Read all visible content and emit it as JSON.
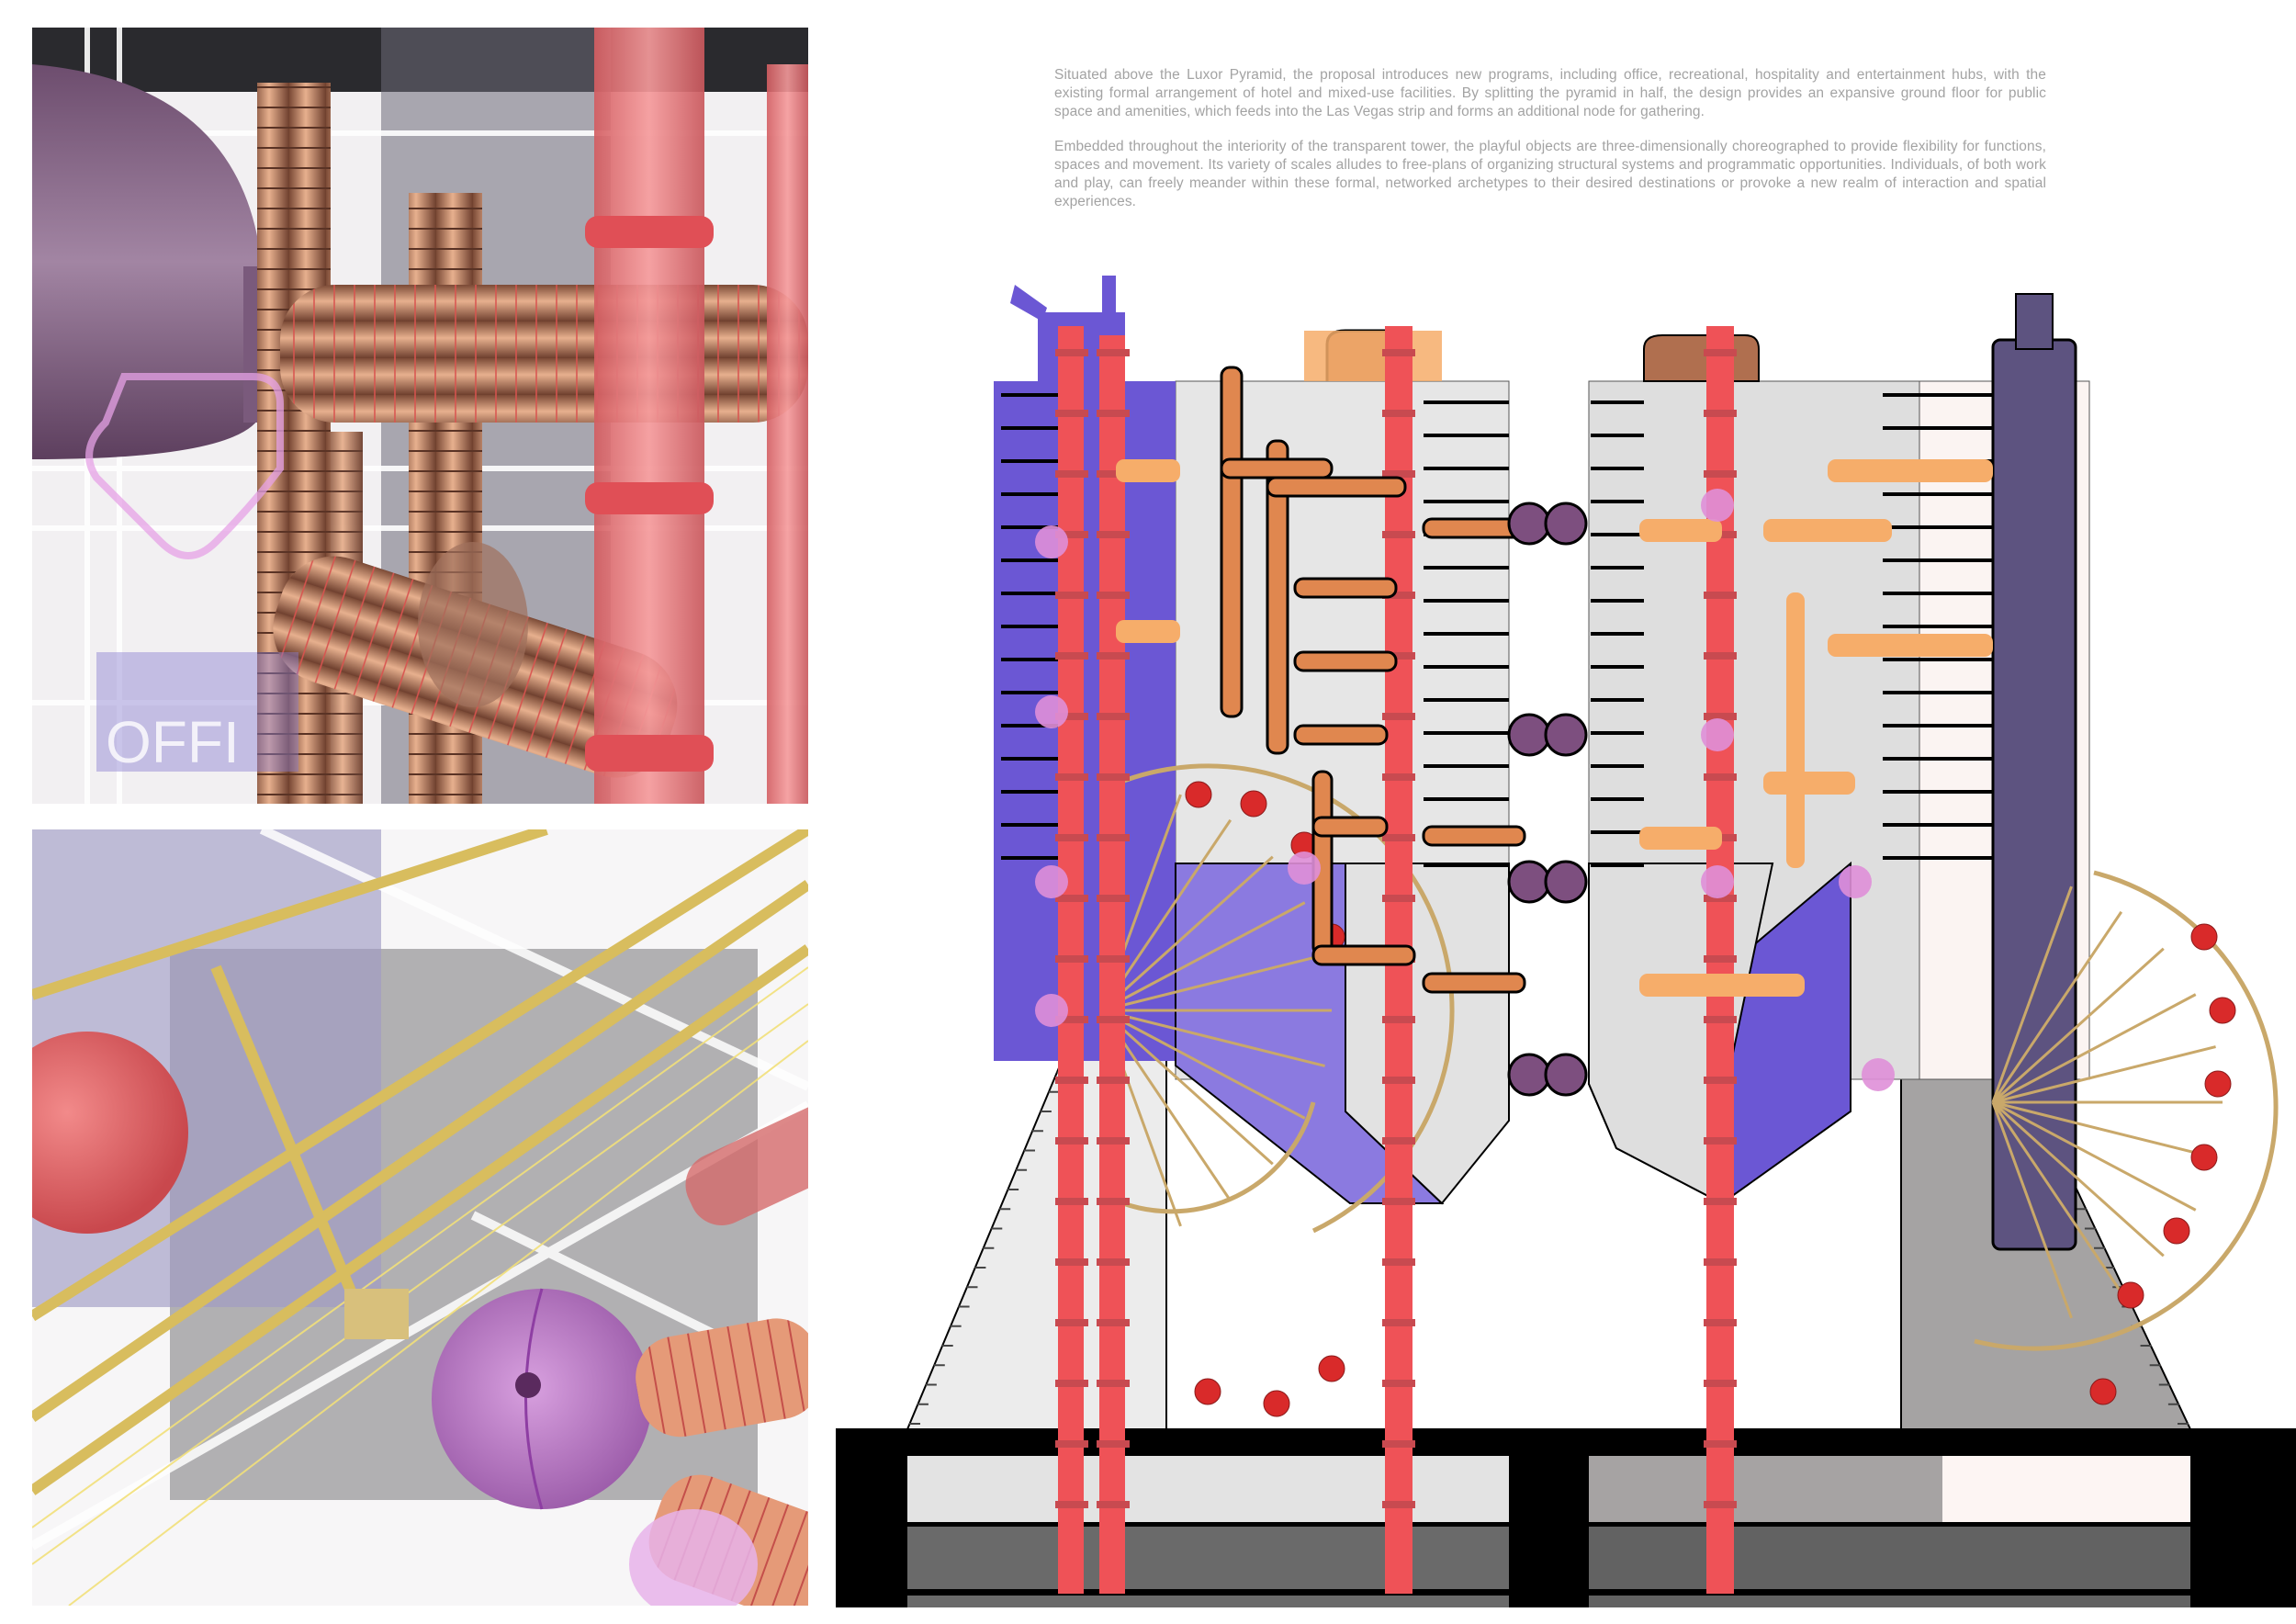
{
  "board": {
    "description": {
      "paragraphs": [
        "Situated above the Luxor Pyramid, the proposal introduces new programs, including office, recreational, hospitality and entertainment hubs, with the existing formal arrangement of hotel and mixed-use facilities. By splitting the pyramid in half, the design provides an expansive ground floor for public space and amenities, which feeds into the Las Vegas strip and forms an additional node for gathering.",
        "Embedded throughout the interiority of the transparent tower, the playful objects are three-dimensionally choreographed to provide flexibility for functions, spaces and movement. Its variety of scales alludes to free-plans of organizing structural systems and programmatic opportunities. Individuals, of both work and play, can freely meander within these formal, networked archetypes to their desired destinations or provoke a new realm of interaction and spatial experiences."
      ]
    },
    "renders": {
      "top": {
        "subject": "interior-render-tubes",
        "neon_sign_text": "OFFI"
      },
      "bottom": {
        "subject": "interior-render-ferris-wheel-sphere"
      }
    },
    "section": {
      "subject": "split-pyramid-section"
    },
    "colors": {
      "red_column": "#ef5257",
      "purple_core": "#6b57d4",
      "dark_purple_core": "#5d5380",
      "orange_tube": "#f6ad6a",
      "dark_orange_tube": "#e0874f",
      "pink_sphere": "#df8fd8",
      "plum_sphere": "#7d4f7f",
      "gold_wheel": "#c9a86a",
      "floor_grey": "#e4e4e4",
      "ground_black": "#000000",
      "basement_grey": "#6a6a6a",
      "text_grey": "#a3a3a3"
    }
  }
}
